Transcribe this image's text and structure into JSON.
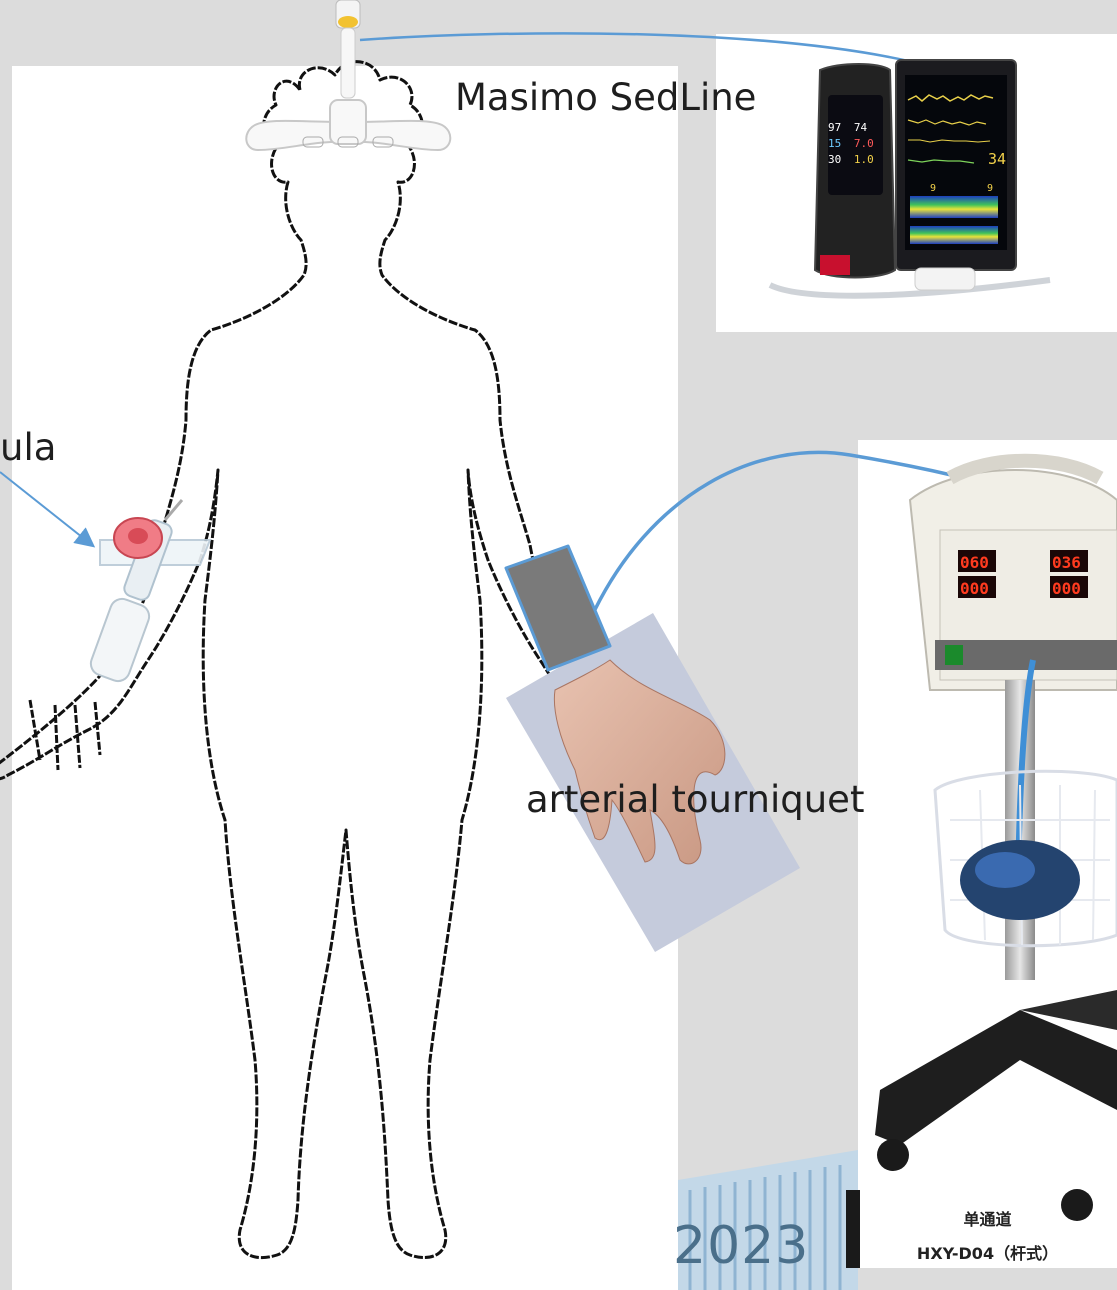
{
  "labels": {
    "sedline": "Masimo SedLine",
    "cannula": "ula",
    "tourniquet": "arterial tourniquet",
    "year": "2023"
  },
  "device_caption": {
    "line1": "单通道",
    "line2": "HXY-D04（杆式）"
  },
  "monitor_readouts": {
    "r1a": "97",
    "r1b": "74",
    "r2a": "15",
    "r2b": "7.0",
    "r3a": "30",
    "r3b": "1.0",
    "side": "34",
    "s1": "9",
    "s2": "9"
  },
  "tourniquet_display": {
    "d1": "060",
    "d2": "000",
    "d3": "036",
    "d4": "000"
  },
  "colors": {
    "background": "#dcdcdc",
    "panel": "#ffffff",
    "connector": "#5b9bd5",
    "cuff": "#7a7a7a",
    "body_outline": "#111111",
    "year_text": "#4a6f8a"
  }
}
